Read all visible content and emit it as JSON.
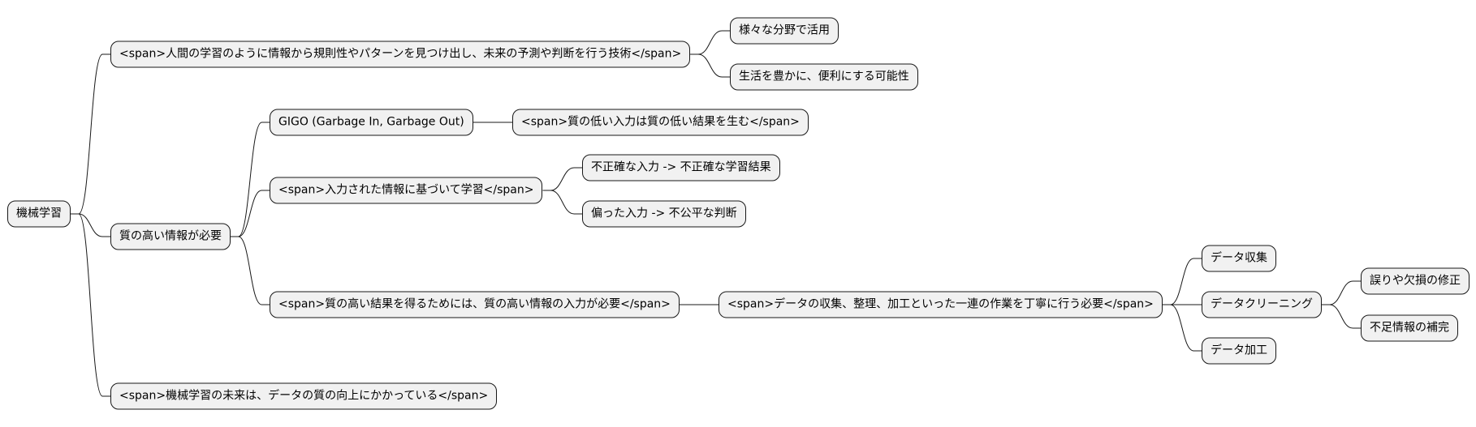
{
  "mindmap": {
    "root": "機械学習",
    "nodes": [
      {
        "id": "n0",
        "text": "機械学習",
        "parent": null
      },
      {
        "id": "n1",
        "text": "<span>人間の学習のように情報から規則性やパターンを見つけ出し、未来の予測や判断を行う技術</span>",
        "parent": "n0"
      },
      {
        "id": "n2",
        "text": "様々な分野で活用",
        "parent": "n1"
      },
      {
        "id": "n3",
        "text": "生活を豊かに、便利にする可能性",
        "parent": "n1"
      },
      {
        "id": "n4",
        "text": "質の高い情報が必要",
        "parent": "n0"
      },
      {
        "id": "n5",
        "text": "GIGO (Garbage In, Garbage Out)",
        "parent": "n4"
      },
      {
        "id": "n6",
        "text": "<span>質の低い入力は質の低い結果を生む</span>",
        "parent": "n5"
      },
      {
        "id": "n7",
        "text": "<span>入力された情報に基づいて学習</span>",
        "parent": "n4"
      },
      {
        "id": "n8",
        "text": "不正確な入力 -> 不正確な学習結果",
        "parent": "n7"
      },
      {
        "id": "n9",
        "text": "偏った入力 -> 不公平な判断",
        "parent": "n7"
      },
      {
        "id": "n10",
        "text": "<span>質の高い結果を得るためには、質の高い情報の入力が必要</span>",
        "parent": "n4"
      },
      {
        "id": "n11",
        "text": "<span>データの収集、整理、加工といった一連の作業を丁寧に行う必要</span>",
        "parent": "n10"
      },
      {
        "id": "n12",
        "text": "データ収集",
        "parent": "n11"
      },
      {
        "id": "n13",
        "text": "データクリーニング",
        "parent": "n11"
      },
      {
        "id": "n14",
        "text": "誤りや欠損の修正",
        "parent": "n13"
      },
      {
        "id": "n15",
        "text": "不足情報の補完",
        "parent": "n13"
      },
      {
        "id": "n16",
        "text": "データ加工",
        "parent": "n11"
      },
      {
        "id": "n17",
        "text": "<span>機械学習の未来は、データの質の向上にかかっている</span>",
        "parent": "n0"
      }
    ]
  }
}
